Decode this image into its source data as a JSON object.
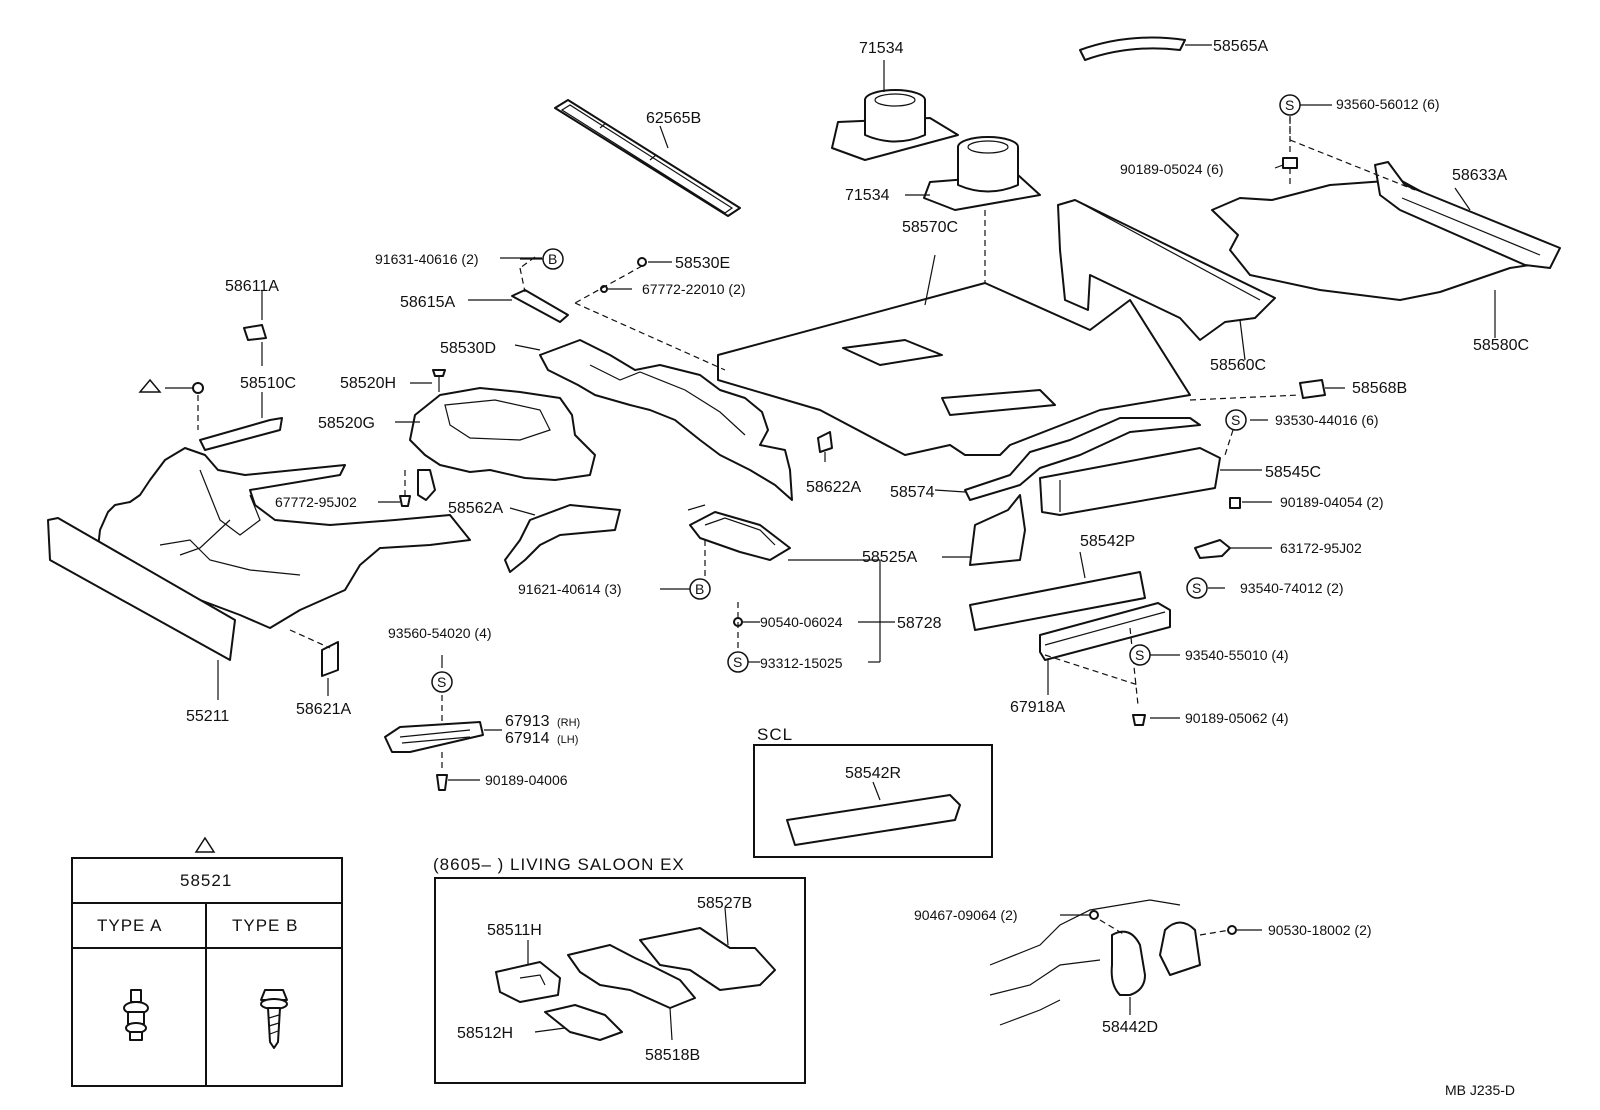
{
  "diagram_ref": "MB  J235-D",
  "parts": {
    "p71534_top": "71534",
    "p71534_mid": "71534",
    "p58565A": "58565A",
    "p62565B": "62565B",
    "p93560_56012": "93560-56012 (6)",
    "p90189_05024": "90189-05024 (6)",
    "p58633A": "58633A",
    "p58580C": "58580C",
    "p58560C": "58560C",
    "p58570C": "58570C",
    "p91631_40616": "91631-40616 (2)",
    "p58530E": "58530E",
    "p67772_22010": "67772-22010 (2)",
    "p58615A": "58615A",
    "p58611A": "58611A",
    "p58530D": "58530D",
    "p58520H": "58520H",
    "p58510C": "58510C",
    "p58520G": "58520G",
    "p58568B": "58568B",
    "p93530_44016": "93530-44016 (6)",
    "p58545C": "58545C",
    "p58622A": "58622A",
    "p58574": "58574",
    "p90189_04054": "90189-04054 (2)",
    "p67772_95J02": "67772-95J02",
    "p58562A": "58562A",
    "p58525A": "58525A",
    "p58542P": "58542P",
    "p63172_95J02": "63172-95J02",
    "p91621_40614": "91621-40614 (3)",
    "p93540_74012": "93540-74012 (2)",
    "p90540_06024": "90540-06024",
    "p58728": "58728",
    "p93312_15025": "93312-15025",
    "p93560_54020": "93560-54020 (4)",
    "p93540_55010": "93540-55010 (4)",
    "p67918A": "67918A",
    "p55211": "55211",
    "p58621A": "58621A",
    "p67913": "67913",
    "p67913_side": "(RH)",
    "p67914": "67914",
    "p67914_side": "(LH)",
    "p90189_05062": "90189-05062 (4)",
    "p90189_04006": "90189-04006",
    "p90467_09064": "90467-09064 (2)",
    "p90530_18002": "90530-18002 (2)",
    "p58442D": "58442D"
  },
  "symbols": {
    "s": "S",
    "b": "B"
  },
  "scl_box": {
    "title": "SCL",
    "part": "58542R"
  },
  "clip_table": {
    "part": "58521",
    "type_a": "TYPE  A",
    "type_b": "TYPE  B"
  },
  "living_box": {
    "title": "(8605–        ) LIVING  SALOON  EX",
    "p58527B": "58527B",
    "p58511H": "58511H",
    "p58512H": "58512H",
    "p58518B": "58518B"
  }
}
